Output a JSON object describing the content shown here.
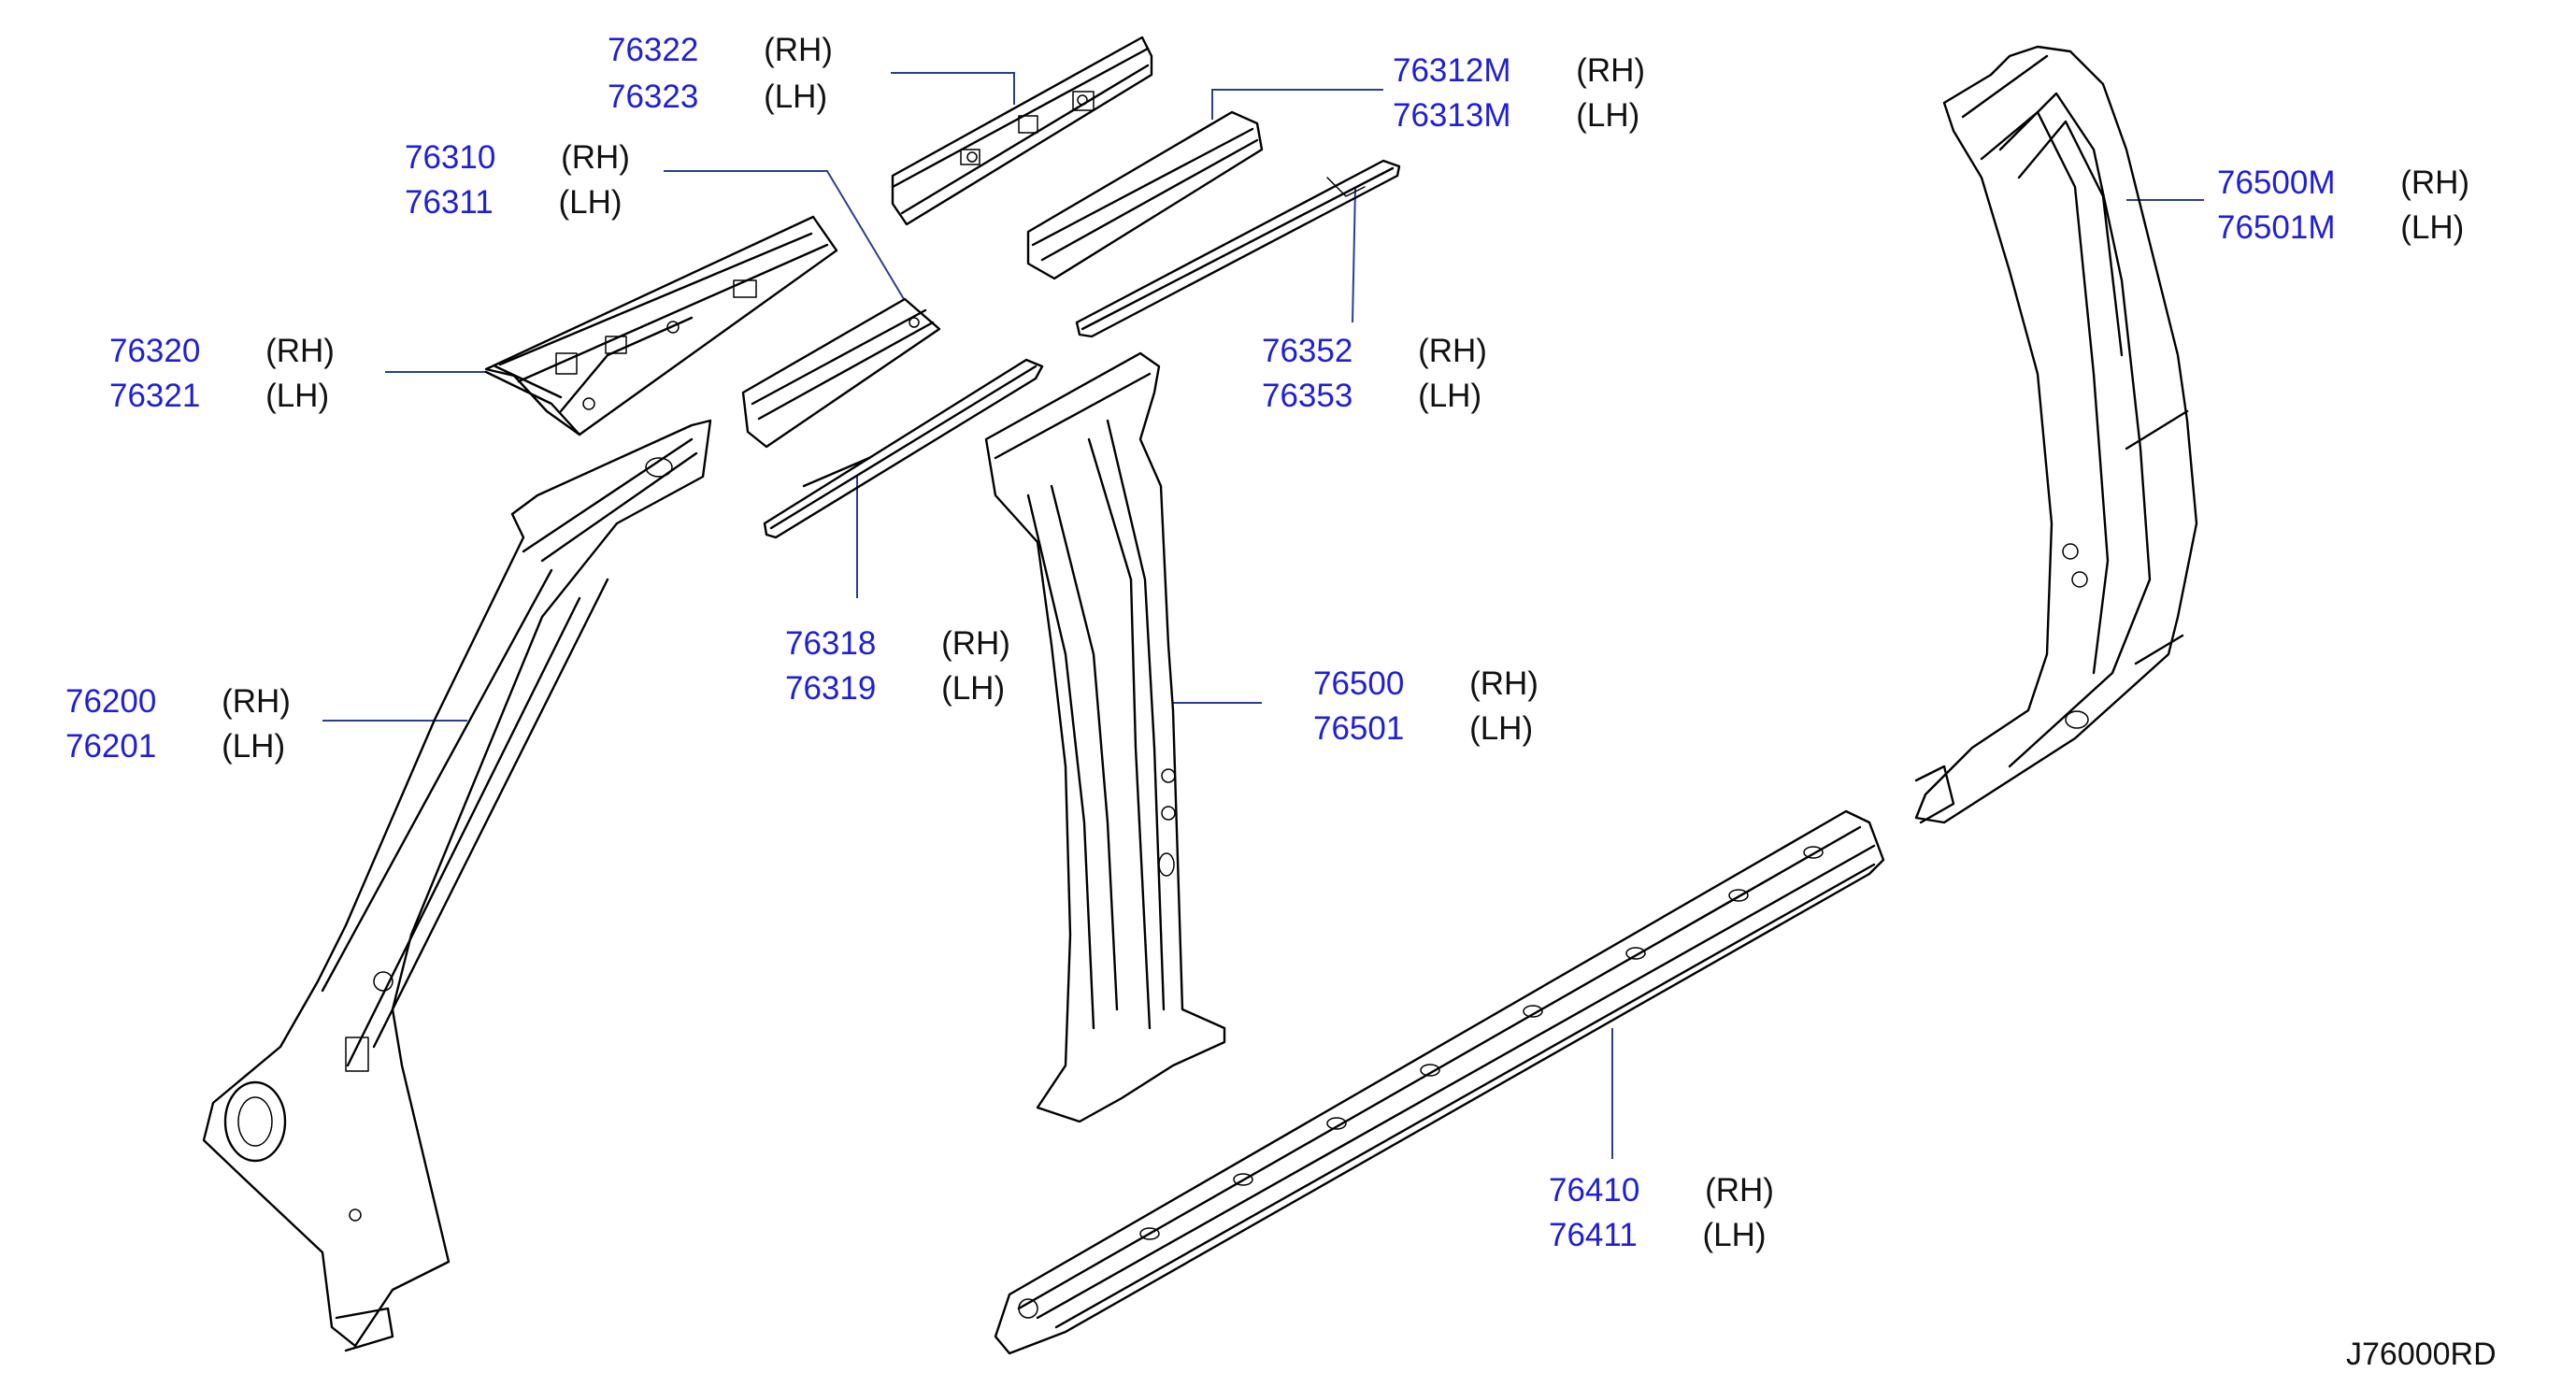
{
  "diagram_code": "J76000RD",
  "colors": {
    "part_number": "#1f1fd6",
    "side_text": "#111111",
    "leader": "#2c3e8f",
    "line_art": "#000000"
  },
  "callouts": [
    {
      "id": "76322",
      "rows": [
        {
          "part": "76322",
          "side": "(RH)"
        },
        {
          "part": "76323",
          "side": "(LH)"
        }
      ]
    },
    {
      "id": "76312M",
      "rows": [
        {
          "part": "76312M",
          "side": "(RH)"
        },
        {
          "part": "76313M",
          "side": "(LH)"
        }
      ]
    },
    {
      "id": "76310",
      "rows": [
        {
          "part": "76310",
          "side": "(RH)"
        },
        {
          "part": "76311",
          "side": "(LH)"
        }
      ]
    },
    {
      "id": "76500M",
      "rows": [
        {
          "part": "76500M",
          "side": "(RH)"
        },
        {
          "part": "76501M",
          "side": "(LH)"
        }
      ]
    },
    {
      "id": "76320",
      "rows": [
        {
          "part": "76320",
          "side": "(RH)"
        },
        {
          "part": "76321",
          "side": "(LH)"
        }
      ]
    },
    {
      "id": "76352",
      "rows": [
        {
          "part": "76352",
          "side": "(RH)"
        },
        {
          "part": "76353",
          "side": "(LH)"
        }
      ]
    },
    {
      "id": "76318",
      "rows": [
        {
          "part": "76318",
          "side": "(RH)"
        },
        {
          "part": "76319",
          "side": "(LH)"
        }
      ]
    },
    {
      "id": "76500",
      "rows": [
        {
          "part": "76500",
          "side": "(RH)"
        },
        {
          "part": "76501",
          "side": "(LH)"
        }
      ]
    },
    {
      "id": "76200",
      "rows": [
        {
          "part": "76200",
          "side": "(RH)"
        },
        {
          "part": "76201",
          "side": "(LH)"
        }
      ]
    },
    {
      "id": "76410",
      "rows": [
        {
          "part": "76410",
          "side": "(RH)"
        },
        {
          "part": "76411",
          "side": "(LH)"
        }
      ]
    }
  ]
}
